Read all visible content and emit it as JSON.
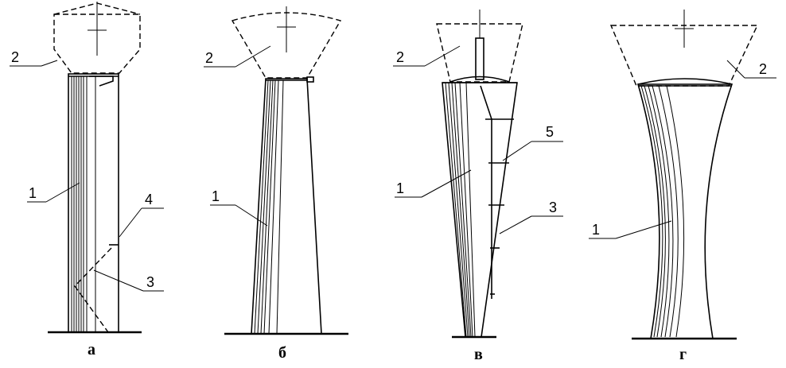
{
  "figures": [
    {
      "id": "a",
      "caption": "а",
      "labels": [
        "2",
        "1",
        "4",
        "3"
      ]
    },
    {
      "id": "b",
      "caption": "б",
      "labels": [
        "2",
        "1"
      ]
    },
    {
      "id": "v",
      "caption": "в",
      "labels": [
        "2",
        "5",
        "1",
        "3"
      ]
    },
    {
      "id": "g",
      "caption": "г",
      "labels": [
        "2",
        "1"
      ]
    }
  ]
}
